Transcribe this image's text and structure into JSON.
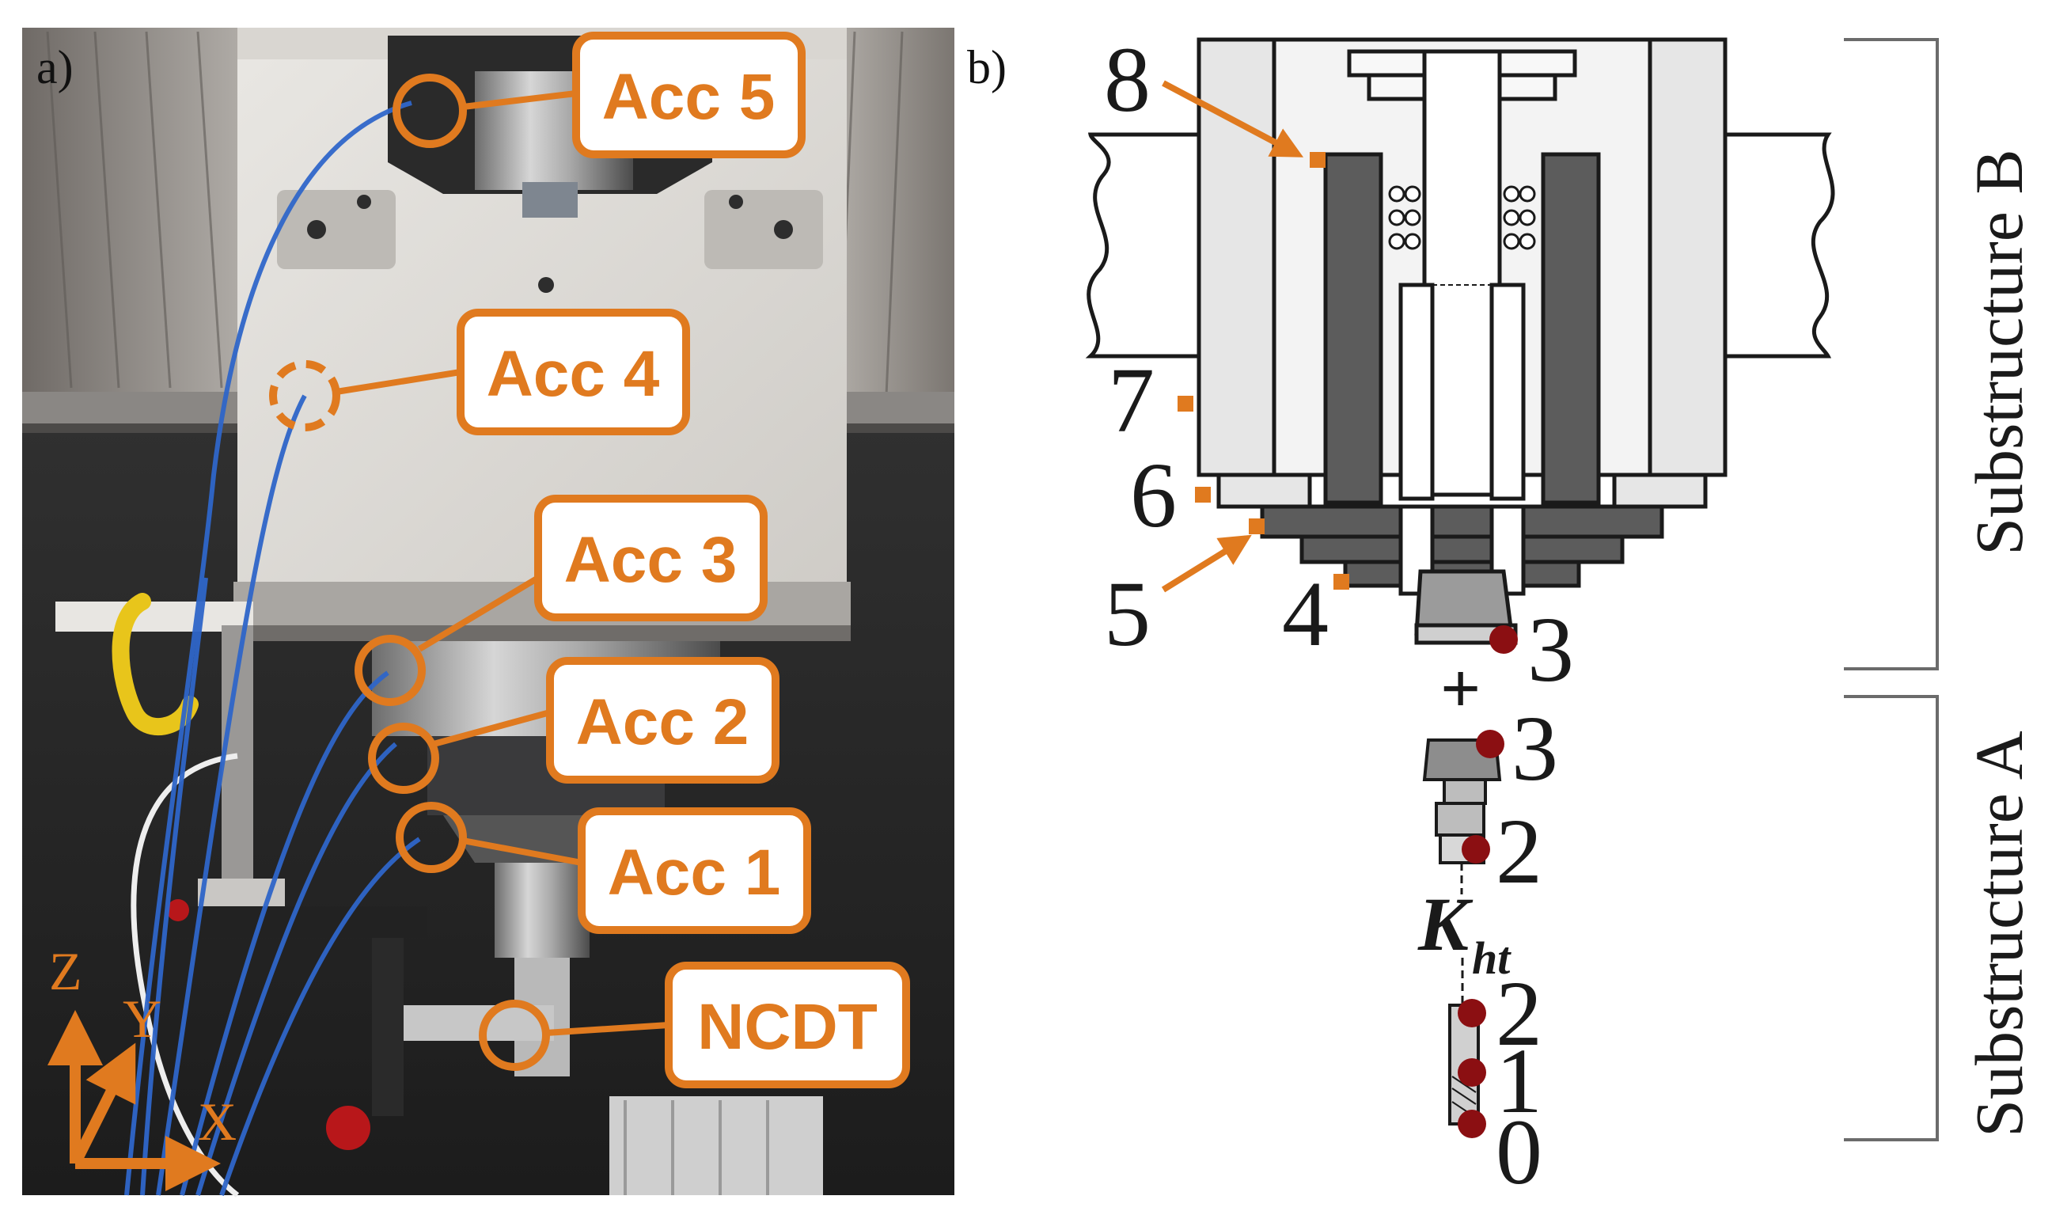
{
  "panels": {
    "a": {
      "tag": "a)"
    },
    "b": {
      "tag": "b)"
    }
  },
  "sensors": [
    {
      "label": "Acc 5"
    },
    {
      "label": "Acc 4"
    },
    {
      "label": "Acc 3"
    },
    {
      "label": "Acc 2"
    },
    {
      "label": "Acc 1"
    },
    {
      "label": "NCDT"
    }
  ],
  "axes": {
    "x": "X",
    "y": "Y",
    "z": "Z"
  },
  "points": {
    "p8": "8",
    "p7": "7",
    "p6": "6",
    "p5": "5",
    "p4": "4",
    "b3": "3",
    "h3": "3",
    "h2": "2",
    "t2": "2",
    "t1": "1",
    "t0": "0"
  },
  "joint": {
    "plus": "+",
    "k": "K",
    "k_sub": "ht"
  },
  "substructures": {
    "b": "Substructure B",
    "a": "Substructure A"
  },
  "colors": {
    "accent": "#e07a1f",
    "point": "#8b0f12",
    "body": "#e6e6e6",
    "dark": "#5c5c5c"
  }
}
